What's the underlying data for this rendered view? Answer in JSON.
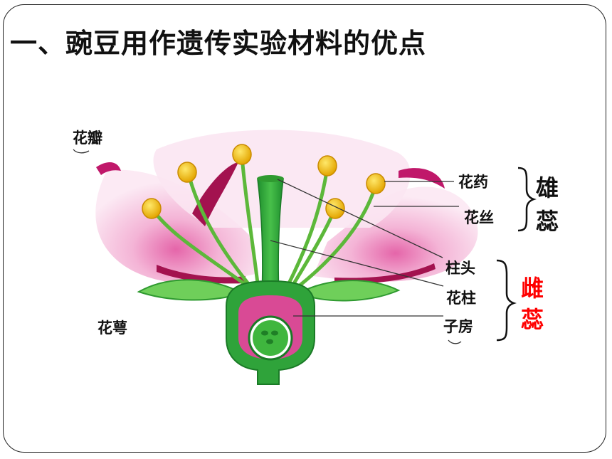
{
  "title": "一、豌豆用作遗传实验材料的优点",
  "labels": {
    "petal": "花瓣",
    "sepal": "花萼",
    "anther": "花药",
    "filament": "花丝",
    "stigma": "柱头",
    "style": "花柱",
    "ovary": "子房"
  },
  "groups": {
    "stamen": {
      "char1": "雄",
      "char2": "蕊",
      "color": "#111111"
    },
    "pistil": {
      "char1": "雌",
      "char2": "蕊",
      "color": "#ff0000"
    }
  }
}
